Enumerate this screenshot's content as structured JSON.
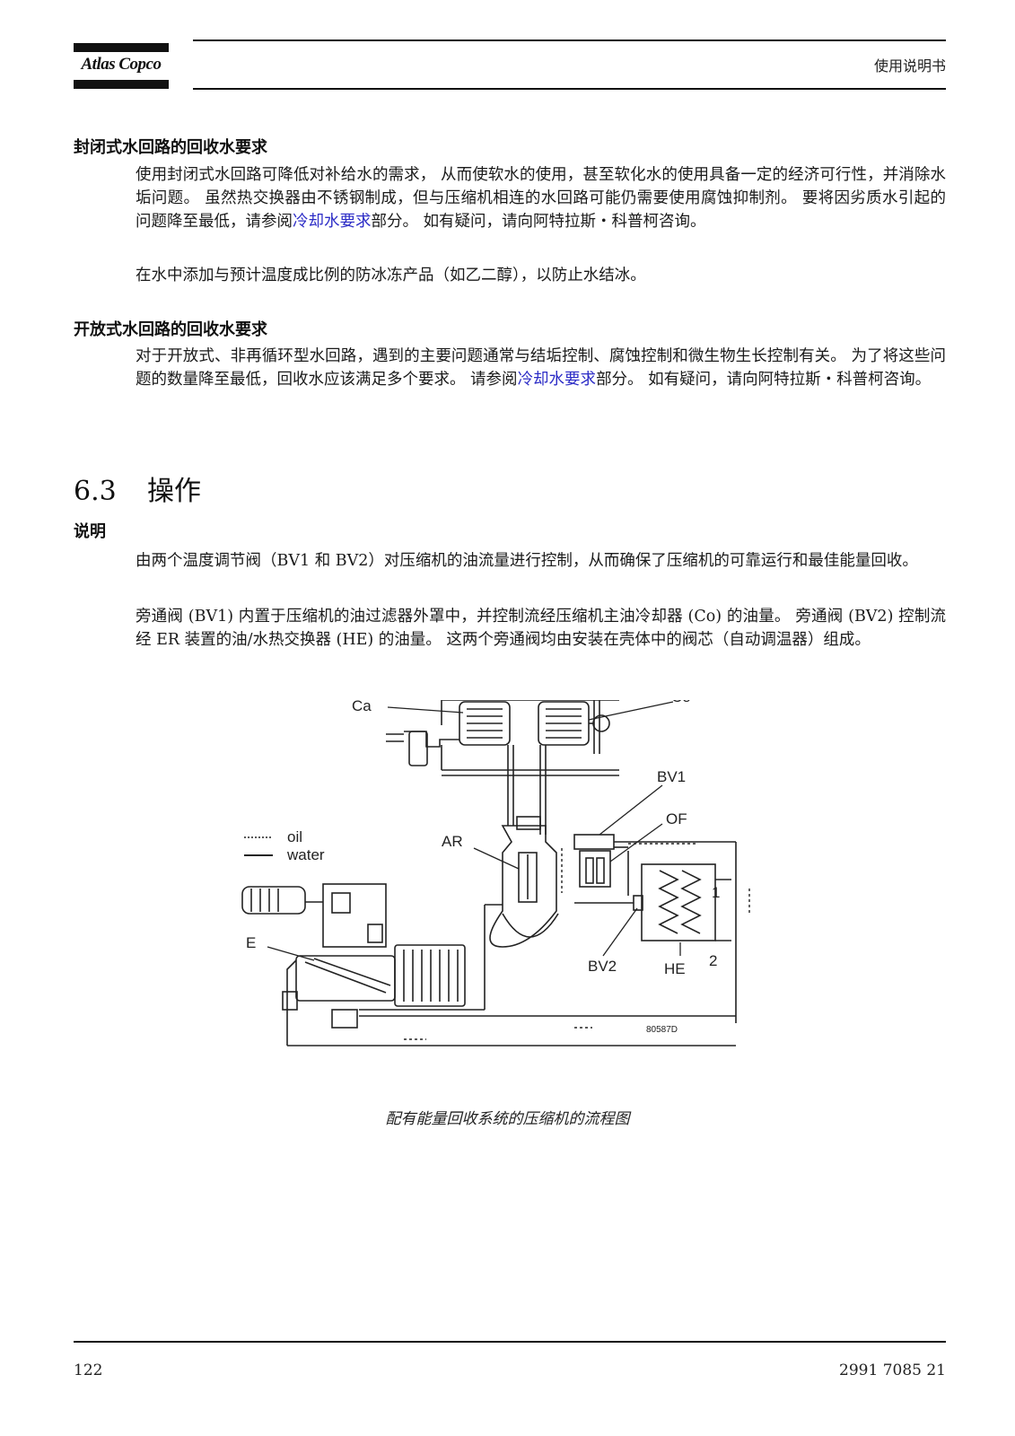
{
  "header": {
    "logo_text": "Atlas Copco",
    "doc_type": "使用说明书"
  },
  "sections": {
    "closed_loop": {
      "title": "封闭式水回路的回收水要求",
      "p1_part1": "使用封闭式水回路可降低对补给水的需求， 从而使软水的使用，甚至软化水的使用具备一定的经济可行性，并消除水垢问题。 虽然热交换器由不锈钢制成，但与压缩机相连的水回路可能仍需要使用腐蚀抑制剂。 要将因劣质水引起的问题降至最低，请参阅",
      "p1_link": "冷却水要求",
      "p1_part2": "部分。 如有疑问，请向阿特拉斯・科普柯咨询。",
      "p2": "在水中添加与预计温度成比例的防冰冻产品（如乙二醇），以防止水结冰。"
    },
    "open_loop": {
      "title": "开放式水回路的回收水要求",
      "p1_part1": "对于开放式、非再循环型水回路，遇到的主要问题通常与结垢控制、腐蚀控制和微生物生长控制有关。 为了将这些问题的数量降至最低，回收水应该满足多个要求。 请参阅",
      "p1_link": "冷却水要求",
      "p1_part2": "部分。 如有疑问，请向阿特拉斯・科普柯咨询。"
    },
    "operation": {
      "number": "6.3",
      "title": "操作",
      "subtitle": "说明",
      "p1": "由两个温度调节阀（BV1 和 BV2）对压缩机的油流量进行控制，从而确保了压缩机的可靠运行和最佳能量回收。",
      "p2": "旁通阀 (BV1) 内置于压缩机的油过滤器外罩中，并控制流经压缩机主油冷却器 (Co) 的油量。 旁通阀 (BV2) 控制流经 ER 装置的油/水热交换器 (HE) 的油量。 这两个旁通阀均由安装在壳体中的阀芯（自动调温器）组成。"
    }
  },
  "figure": {
    "labels": {
      "ca": "Ca",
      "co": "Co",
      "bv1": "BV1",
      "of": "OF",
      "ar": "AR",
      "e": "E",
      "bv2": "BV2",
      "he": "HE",
      "one": "1",
      "two": "2",
      "ref": "80587D"
    },
    "legend": {
      "oil": "oil",
      "water": "water"
    },
    "caption": "配有能量回收系统的压缩机的流程图"
  },
  "footer": {
    "page_number": "122",
    "doc_number": "2991 7085 21"
  }
}
